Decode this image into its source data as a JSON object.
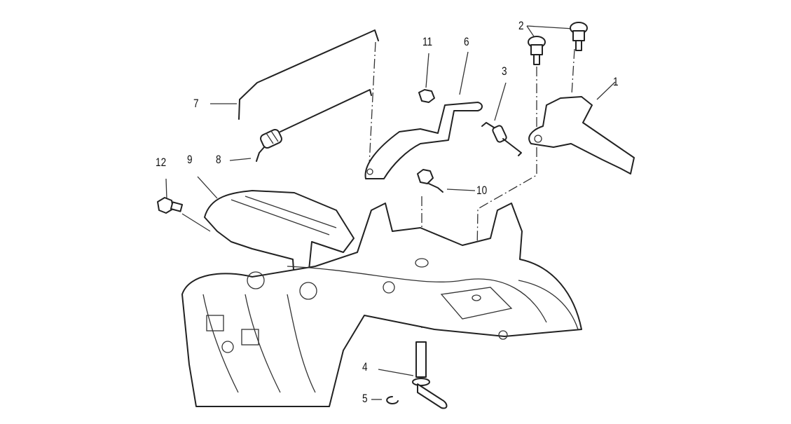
{
  "diagram": {
    "type": "exploded-parts-view",
    "callouts": [
      "1",
      "2",
      "3",
      "4",
      "5",
      "6",
      "7",
      "8",
      "9",
      "10",
      "11",
      "12"
    ]
  }
}
